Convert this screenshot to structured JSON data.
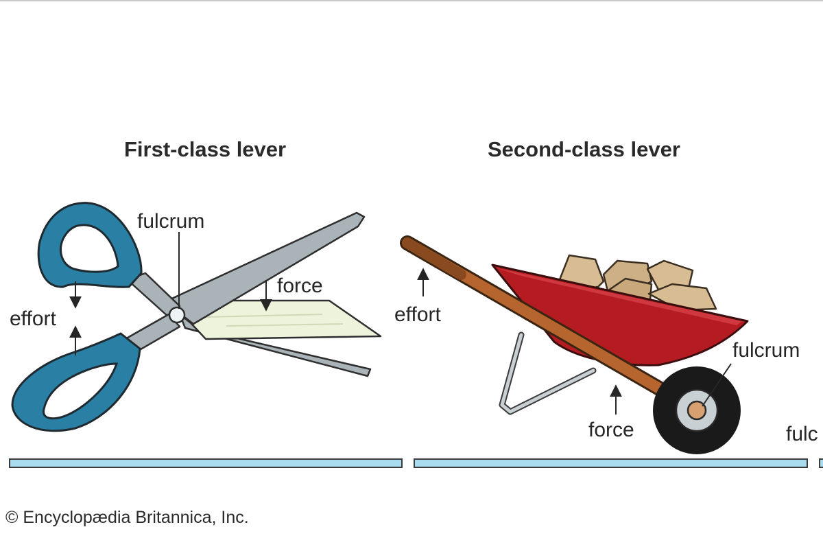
{
  "panels": [
    {
      "title": "First-class lever",
      "object": "scissors-icon",
      "labels": {
        "fulcrum": "fulcrum",
        "force": "force",
        "effort": "effort"
      }
    },
    {
      "title": "Second-class lever",
      "object": "wheelbarrow-icon",
      "labels": {
        "effort": "effort",
        "fulcrum": "fulcrum",
        "force": "force"
      }
    },
    {
      "partial_label": "fulc"
    }
  ],
  "credit": "© Encyclopædia Britannica, Inc.",
  "colors": {
    "scissor_handle": "#2a7fa5",
    "blade": "#a9b3b8",
    "paper": "#eef4dc",
    "wheelbarrow_tray": "#b51c22",
    "handle_wood": "#b5652d",
    "rocks": "#d8bd94",
    "tire": "#1a1a1a",
    "base_bar": "#a9dcef"
  }
}
